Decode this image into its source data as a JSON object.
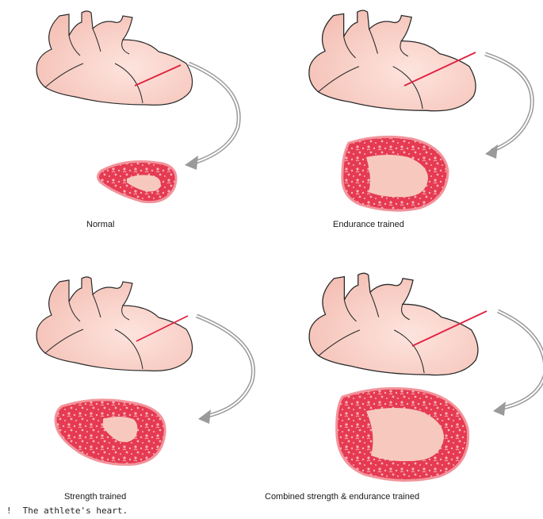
{
  "panels": {
    "normal": {
      "label": "Normal",
      "wall_thickness": "normal",
      "cavity_size": "small"
    },
    "endurance": {
      "label": "Endurance trained",
      "wall_thickness": "normal",
      "cavity_size": "large"
    },
    "strength": {
      "label": "Strength trained",
      "wall_thickness": "thick",
      "cavity_size": "small"
    },
    "combined": {
      "label": "Combined strength & endurance trained",
      "wall_thickness": "thick",
      "cavity_size": "large"
    }
  },
  "caption": {
    "marker": "!",
    "text": "The athlete's heart."
  },
  "colors": {
    "heart_fill": "#f8cdc3",
    "heart_outline": "#2a2a2a",
    "section_line": "#e0223f",
    "myocardium": "#e53a52",
    "myocardium_edge": "#f2939b",
    "cavity": "#f7c9be",
    "arrow_gray": "#8e8e8e"
  }
}
